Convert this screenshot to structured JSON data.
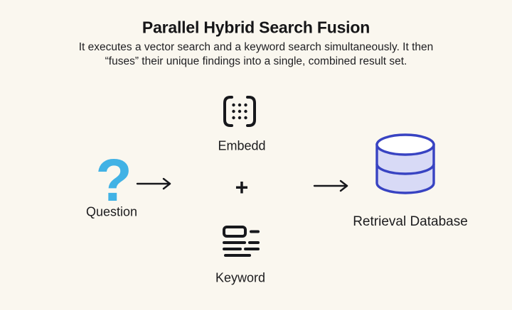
{
  "header": {
    "title": "Parallel Hybrid Search Fusion",
    "subtitle_lines": [
      "It executes a vector search and a keyword search simultaneously. It then",
      "“fuses” their unique findings into a single, combined result set."
    ]
  },
  "diagram": {
    "question": {
      "glyph": "?",
      "label": "Question"
    },
    "embedding": {
      "label": "Embedd"
    },
    "plus_sign": "+",
    "keyword": {
      "label": "Keyword"
    },
    "database": {
      "label": "Retrieval Database"
    }
  },
  "colors": {
    "background": "#FAF7EF",
    "text": "#1C1C1E",
    "question_blue": "#41B2E5",
    "icon_stroke": "#17181C",
    "database_outline": "#3843C2",
    "database_body_fill": "#D8DAF6",
    "database_top_fill": "#FFFFFF"
  }
}
